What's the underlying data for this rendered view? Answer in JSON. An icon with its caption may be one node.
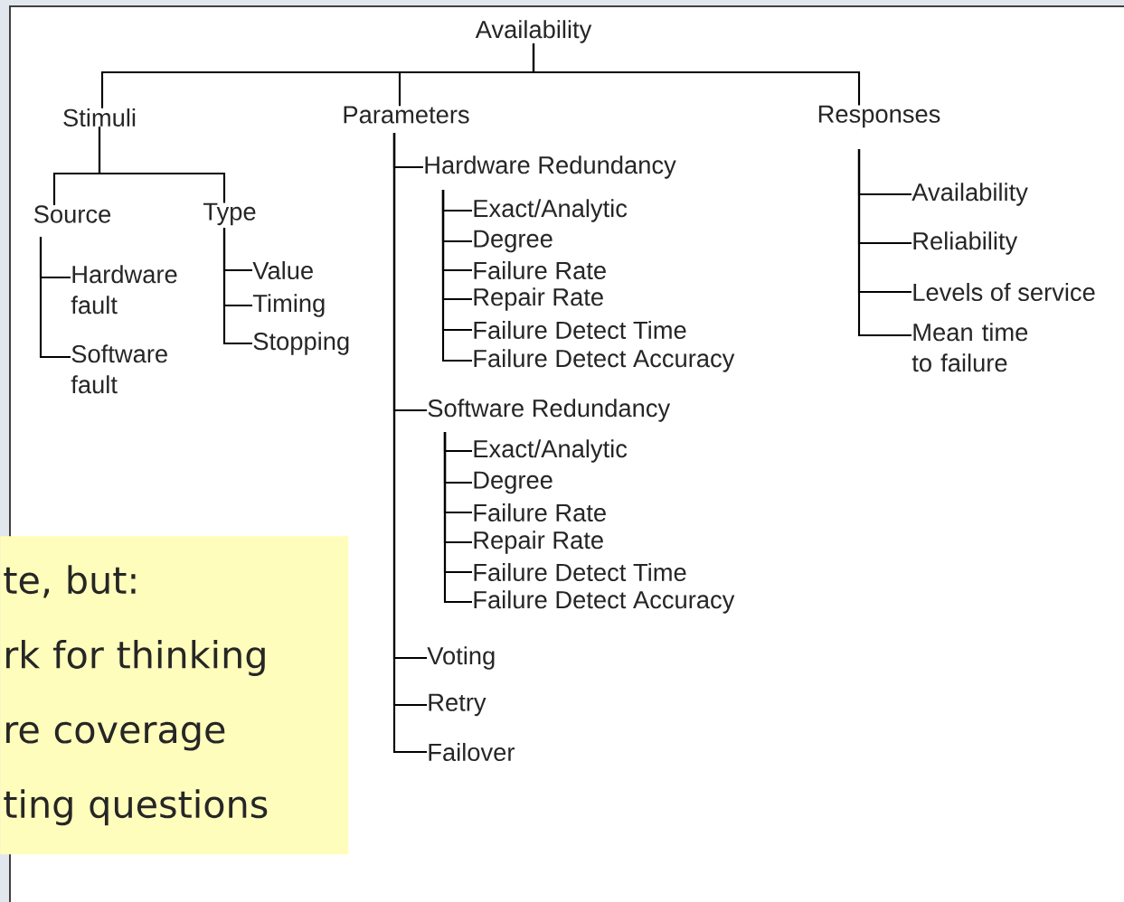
{
  "diagram": {
    "nodes": [
      {
        "text": [
          "Availability"
        ]
      },
      {
        "text": [
          "Stimuli"
        ]
      },
      {
        "text": [
          "Parameters"
        ]
      },
      {
        "text": [
          "Responses"
        ]
      },
      {
        "text": [
          "Source"
        ]
      },
      {
        "text": [
          "Type"
        ]
      },
      {
        "text": [
          "Hardware fault"
        ]
      },
      {
        "text": [
          "Software fault"
        ]
      },
      {
        "text": [
          "Value"
        ]
      },
      {
        "text": [
          "Timing"
        ]
      },
      {
        "text": [
          "Stopping"
        ]
      },
      {
        "text": [
          "Hardware Redundancy"
        ]
      },
      {
        "text": [
          "Exact/Analytic"
        ]
      },
      {
        "text": [
          "Degree"
        ]
      },
      {
        "text": [
          "Failure Rate"
        ]
      },
      {
        "text": [
          "Repair Rate"
        ]
      },
      {
        "text": [
          "Failure Detect Time"
        ]
      },
      {
        "text": [
          "Failure Detect Accuracy"
        ]
      },
      {
        "text": [
          "Software Redundancy"
        ]
      },
      {
        "text": [
          "Exact/Analytic"
        ]
      },
      {
        "text": [
          "Degree"
        ]
      },
      {
        "text": [
          "Failure Rate"
        ]
      },
      {
        "text": [
          "Repair Rate"
        ]
      },
      {
        "text": [
          "Failure Detect Time"
        ]
      },
      {
        "text": [
          "Failure Detect Accuracy"
        ]
      },
      {
        "text": [
          "Voting"
        ]
      },
      {
        "text": [
          "Retry"
        ]
      },
      {
        "text": [
          "Failover"
        ]
      },
      {
        "text": [
          "Availability"
        ]
      },
      {
        "text": [
          "Reliability"
        ]
      },
      {
        "text": [
          "Levels of service"
        ]
      },
      {
        "text": [
          "Mean time to failure"
        ]
      },
      {
        "text": [
          "te, but:",
          "rk for thinking",
          "re coverage",
          "ting questions"
        ]
      }
    ],
    "edges": [
      {
        "from": 0,
        "to": 1,
        "arrow": "none"
      },
      {
        "from": 0,
        "to": 2,
        "arrow": "none"
      },
      {
        "from": 0,
        "to": 3,
        "arrow": "none"
      },
      {
        "from": 1,
        "to": 4,
        "arrow": "none"
      },
      {
        "from": 1,
        "to": 5,
        "arrow": "none"
      },
      {
        "from": 4,
        "to": 6,
        "arrow": "none"
      },
      {
        "from": 4,
        "to": 7,
        "arrow": "none"
      },
      {
        "from": 5,
        "to": 8,
        "arrow": "none"
      },
      {
        "from": 5,
        "to": 9,
        "arrow": "none"
      },
      {
        "from": 5,
        "to": 10,
        "arrow": "none"
      },
      {
        "from": 2,
        "to": 11,
        "arrow": "none"
      },
      {
        "from": 11,
        "to": 12,
        "arrow": "none"
      },
      {
        "from": 11,
        "to": 13,
        "arrow": "none"
      },
      {
        "from": 11,
        "to": 14,
        "arrow": "none"
      },
      {
        "from": 11,
        "to": 15,
        "arrow": "none"
      },
      {
        "from": 11,
        "to": 16,
        "arrow": "none"
      },
      {
        "from": 11,
        "to": 17,
        "arrow": "none"
      },
      {
        "from": 2,
        "to": 18,
        "arrow": "none"
      },
      {
        "from": 18,
        "to": 19,
        "arrow": "none"
      },
      {
        "from": 18,
        "to": 20,
        "arrow": "none"
      },
      {
        "from": 18,
        "to": 21,
        "arrow": "none"
      },
      {
        "from": 18,
        "to": 22,
        "arrow": "none"
      },
      {
        "from": 18,
        "to": 23,
        "arrow": "none"
      },
      {
        "from": 18,
        "to": 24,
        "arrow": "none"
      },
      {
        "from": 2,
        "to": 25,
        "arrow": "none"
      },
      {
        "from": 2,
        "to": 26,
        "arrow": "none"
      },
      {
        "from": 2,
        "to": 27,
        "arrow": "none"
      },
      {
        "from": 3,
        "to": 28,
        "arrow": "none"
      },
      {
        "from": 3,
        "to": 29,
        "arrow": "none"
      },
      {
        "from": 3,
        "to": 30,
        "arrow": "none"
      },
      {
        "from": 3,
        "to": 31,
        "arrow": "none"
      }
    ]
  }
}
